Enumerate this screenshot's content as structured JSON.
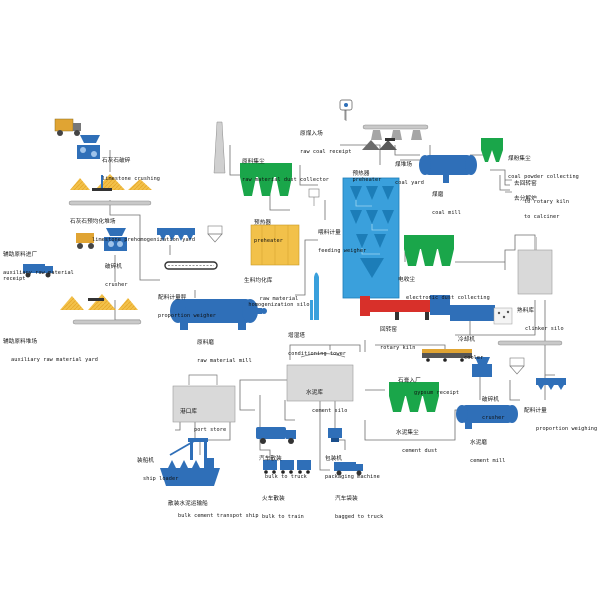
{
  "colors": {
    "equipment_green": "#1aa64a",
    "equipment_blue": "#2f6fb8",
    "preheater_blue": "#3aa0dc",
    "kiln_red": "#d8302a",
    "material_yellow": "#f2c14a",
    "silo_gray": "#d9d9d9",
    "line_gray": "#6e6e6e",
    "pipe_gray": "#bdbdbd"
  },
  "nodes": [
    {
      "id": "limestone-crushing",
      "zh": "石灰石破碎",
      "en": "limestone crushing",
      "icon": "crusher-icon"
    },
    {
      "id": "limestone-prehomogenization-yard",
      "zh": "石灰石预均化堆场",
      "en": "limestone prehomogenization yard",
      "icon": "stockpile-icon"
    },
    {
      "id": "auxiliary-raw-material-receipt",
      "zh": "辅助原料进厂",
      "en": "auxiliary raw material receipt",
      "icon": "truck-icon"
    },
    {
      "id": "aux-crusher",
      "zh": "破碎机",
      "en": "crusher",
      "icon": "crusher-icon"
    },
    {
      "id": "auxiliary-raw-material-yard",
      "zh": "辅助原料堆场",
      "en": "auxiliary raw material yard",
      "icon": "stockpile-icon"
    },
    {
      "id": "proportion-weigher-raw",
      "zh": "配料计量秤",
      "en": "proportion weigher",
      "icon": "weigher-icon"
    },
    {
      "id": "raw-material-mill",
      "zh": "原料磨",
      "en": "raw material mill",
      "icon": "mill-icon"
    },
    {
      "id": "raw-material-dust-collector",
      "zh": "原料集尘",
      "en": "raw material dust collector",
      "icon": "dust-collector-icon"
    },
    {
      "id": "preheater-left",
      "zh": "预热器",
      "en": "preheater",
      "icon": "preheater-icon"
    },
    {
      "id": "feeding-weigher",
      "zh": "喂料计量",
      "en": "feeding weigher",
      "icon": "weigher-icon"
    },
    {
      "id": "raw-material-homogenization-silo",
      "zh": "生料均化库",
      "en": "raw material homogenization silo",
      "icon": "silo-icon"
    },
    {
      "id": "conditioning-tower",
      "zh": "增湿塔",
      "en": "conditioning tower",
      "icon": "tower-icon"
    },
    {
      "id": "preheater-main",
      "zh": "预热器",
      "en": "preheater",
      "icon": "preheater-icon"
    },
    {
      "id": "raw-coal-receipt",
      "zh": "原煤入场",
      "en": "raw coal receipt",
      "icon": "crane-icon"
    },
    {
      "id": "coal-yard",
      "zh": "煤堆场",
      "en": "coal yard",
      "icon": "stockpile-icon"
    },
    {
      "id": "coal-mill",
      "zh": "煤磨",
      "en": "coal mill",
      "icon": "mill-icon"
    },
    {
      "id": "coal-powder-collecting",
      "zh": "煤粉集尘",
      "en": "coal powder collecting",
      "icon": "dust-collector-icon"
    },
    {
      "id": "to-rotary-kiln",
      "zh": "去回转窑",
      "en": "to rotary kiln",
      "icon": ""
    },
    {
      "id": "to-calciner",
      "zh": "去分解炉",
      "en": "to calciner",
      "icon": ""
    },
    {
      "id": "electronic-dust-collecting",
      "zh": "电收尘",
      "en": "electronic dust collecting",
      "icon": "dust-collector-icon"
    },
    {
      "id": "rotary-kiln",
      "zh": "回转窑",
      "en": "rotary kiln",
      "icon": "kiln-icon"
    },
    {
      "id": "cooler",
      "zh": "冷却机",
      "en": "cooler",
      "icon": "cooler-icon"
    },
    {
      "id": "clinker-silo",
      "zh": "熟料库",
      "en": "clinker silo",
      "icon": "silo-icon"
    },
    {
      "id": "cement-silo",
      "zh": "水泥库",
      "en": "cement silo",
      "icon": "silo-icon"
    },
    {
      "id": "port-store",
      "zh": "港口库",
      "en": "port store",
      "icon": "silo-icon"
    },
    {
      "id": "gypsum-receipt",
      "zh": "石膏入厂",
      "en": "gypsum receipt",
      "icon": "train-icon"
    },
    {
      "id": "gypsum-crusher",
      "zh": "破碎机",
      "en": "crusher",
      "icon": "crusher-icon"
    },
    {
      "id": "proportion-weighing-cement",
      "zh": "配料计量",
      "en": "proportion weighing",
      "icon": "weigher-icon"
    },
    {
      "id": "cement-dust",
      "zh": "水泥集尘",
      "en": "cement dust",
      "icon": "dust-collector-icon"
    },
    {
      "id": "cement-mill",
      "zh": "水泥磨",
      "en": "cement mill",
      "icon": "mill-icon"
    },
    {
      "id": "ship-loader",
      "zh": "装船机",
      "en": "ship loader",
      "icon": "ship-loader-icon"
    },
    {
      "id": "bulk-cement-transport-ship",
      "zh": "散装水泥运输船",
      "en": "bulk cement transpot ship",
      "icon": "ship-icon"
    },
    {
      "id": "bulk-to-truck",
      "zh": "汽车散装",
      "en": "bulk to truck",
      "icon": "truck-icon"
    },
    {
      "id": "packaging-machine",
      "zh": "包装机",
      "en": "packaging machine",
      "icon": "packer-icon"
    },
    {
      "id": "bulk-to-train",
      "zh": "火车散装",
      "en": "bulk to train",
      "icon": "train-icon"
    },
    {
      "id": "bagged-to-truck",
      "zh": "汽车袋装",
      "en": "bagged to truck",
      "icon": "truck-icon"
    }
  ]
}
